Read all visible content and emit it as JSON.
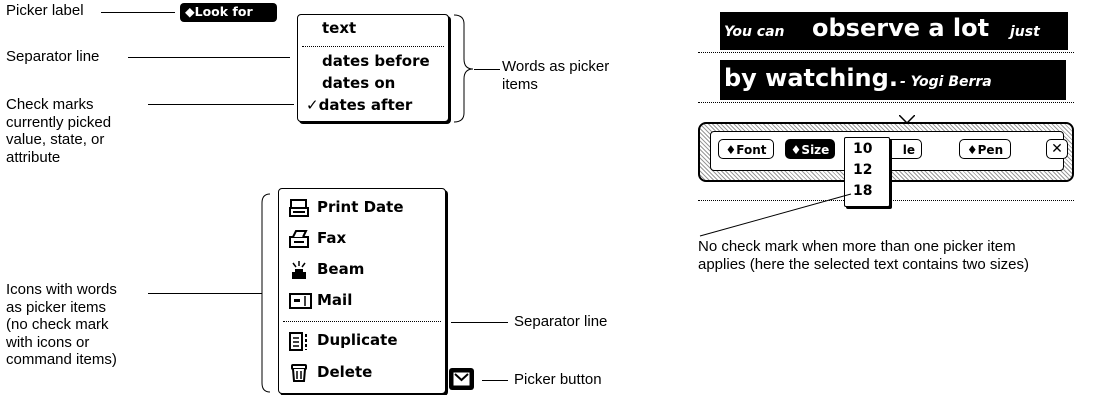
{
  "labels": {
    "picker_label": "Picker label",
    "separator_line_top": "Separator line",
    "check_marks": [
      "Check marks",
      "currently picked",
      "value, state, or",
      "attribute"
    ],
    "words_as_items": [
      "Words as picker",
      "items"
    ],
    "icons_with_words": [
      "Icons with words",
      "as picker items",
      "(no check mark",
      "with icons or",
      "command items)"
    ],
    "separator_line_bottom": "Separator line",
    "picker_button": "Picker button",
    "no_check_mark": [
      "No check mark when more than one picker item",
      "applies (here the selected text contains two sizes)"
    ]
  },
  "look_for_picker": {
    "label": "◆Look for",
    "items": [
      "text",
      "dates before",
      "dates on",
      "dates after"
    ],
    "checked_item": "dates after",
    "check_glyph": "✓"
  },
  "command_picker": {
    "items": [
      {
        "label": "Print Date",
        "icon": "printer-icon"
      },
      {
        "label": "Fax",
        "icon": "fax-icon"
      },
      {
        "label": "Beam",
        "icon": "beam-icon"
      },
      {
        "label": "Mail",
        "icon": "mail-icon"
      },
      {
        "label": "Duplicate",
        "icon": "duplicate-icon"
      },
      {
        "label": "Delete",
        "icon": "trash-icon"
      }
    ],
    "button_icon": "envelope-icon"
  },
  "note_example": {
    "line1_small": "You can ",
    "line1_big": "observe a lot",
    "line1_tail": " just",
    "line2_big": "by watching.",
    "line2_tail": " - Yogi Berra",
    "toolbar": {
      "font": "♦Font",
      "size": "♦Size",
      "style_partial": "le",
      "pen": "♦Pen",
      "close_glyph": "✕"
    },
    "size_items": [
      "10",
      "12",
      "18"
    ]
  },
  "colors": {
    "ink": "#000000",
    "paper": "#ffffff",
    "pattern": "#9a9a9a"
  }
}
